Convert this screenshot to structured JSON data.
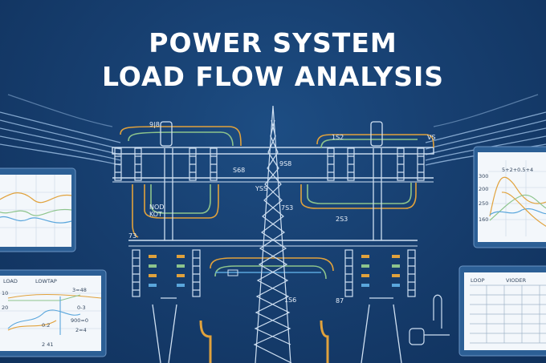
{
  "title": {
    "line1": "POWER SYSTEM",
    "line2": "LOAD FLOW ANALYSIS"
  },
  "diagram_labels": {
    "top_left": "9|8",
    "mid_left": "S68",
    "center_upper": "9S8",
    "center_y": "YSS",
    "center_lower": "7S3",
    "node_l1": "NOD",
    "node_l2": "KOT",
    "right_upper": "1S2",
    "right_mid": "2S3",
    "right_top": "VS",
    "bottom_left_tag": "73",
    "bottom_center": "1S6",
    "bottom_right": "87"
  },
  "panels": {
    "bottom_left": {
      "col1": "LOAD",
      "col2": "LOWTAP",
      "y1": "10",
      "y2": "20",
      "mark1": "3=48",
      "mark2": "0-3",
      "mark3": "0.2",
      "mark4": "900=0",
      "mark5": "2=4",
      "axis": "2 41"
    },
    "right": {
      "y1": "300",
      "y2": "200",
      "y3": "250",
      "y4": "160",
      "tick": "5+2+0.5+4"
    },
    "bottom_right": {
      "col1": "LOOP",
      "col2": "VIODER"
    }
  },
  "colors": {
    "background": "#173f70",
    "line": "#cfe0f2",
    "orange": "#e1a23c",
    "green": "#8dc48c",
    "blue": "#5aa6dc"
  }
}
